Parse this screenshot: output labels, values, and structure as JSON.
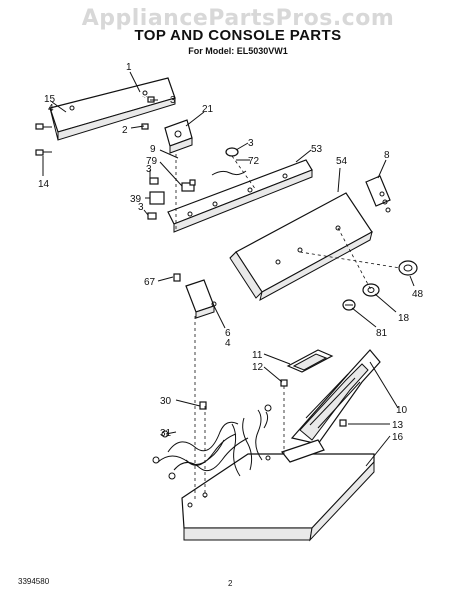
{
  "watermark": "AppliancePartsPros.com",
  "title": "TOP AND CONSOLE PARTS",
  "subtitle": "For Model: EL5030VW1",
  "footer": {
    "code": "3394580",
    "page": "2"
  },
  "callouts": {
    "c1": "1",
    "c15": "15",
    "c4a": "4",
    "c3a": "3",
    "c21": "21",
    "c2": "2",
    "c14": "14",
    "c3b": "3",
    "c9": "9",
    "c79": "79",
    "c72": "72",
    "c53": "53",
    "c54": "54",
    "c8": "8",
    "c3c": "3",
    "c39": "39",
    "c3d": "3",
    "c67": "67",
    "c48": "48",
    "c18": "18",
    "c81": "81",
    "c6": "6",
    "c4b": "4",
    "c11": "11",
    "c12": "12",
    "c30": "30",
    "c31": "31",
    "c10": "10",
    "c13": "13",
    "c16": "16"
  }
}
